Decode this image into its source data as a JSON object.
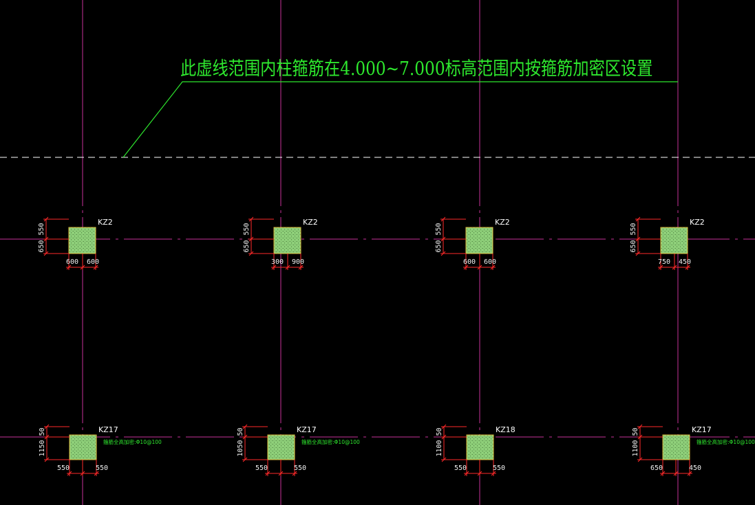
{
  "annotation": {
    "text": "此虚线范围内柱箍筋在4.000~7.000标高范围内按箍筋加密区设置"
  },
  "colors": {
    "background": "#000000",
    "axis_line": "#c8329a",
    "annotation": "#2ee82e",
    "dashed_boundary": "#ffffff",
    "dimension": "#ff2a2a",
    "dim_text": "#f0f0f0",
    "column_fill": "#8fd07a",
    "column_edge": "#e0c040",
    "label": "#ffffff",
    "stirrup_note": "#2ee82e"
  },
  "top_row": [
    {
      "id": "KZ2",
      "dim_top": "550",
      "dim_bottom": "650",
      "dim_left": "600",
      "dim_right": "600"
    },
    {
      "id": "KZ2",
      "dim_top": "550",
      "dim_bottom": "650",
      "dim_left": "300",
      "dim_right": "900"
    },
    {
      "id": "KZ2",
      "dim_top": "550",
      "dim_bottom": "650",
      "dim_left": "600",
      "dim_right": "600"
    },
    {
      "id": "KZ2",
      "dim_top": "550",
      "dim_bottom": "650",
      "dim_left": "750",
      "dim_right": "450"
    }
  ],
  "bottom_row": [
    {
      "id": "KZ17",
      "dim_top": "50",
      "dim_bottom": "1150",
      "dim_left": "550",
      "dim_right": "550",
      "note": "箍筋全高加密:Φ10@100"
    },
    {
      "id": "KZ17",
      "dim_top": "50",
      "dim_bottom": "1050",
      "dim_left": "550",
      "dim_right": "550",
      "note": "箍筋全高加密:Φ10@100"
    },
    {
      "id": "KZ18",
      "dim_top": "50",
      "dim_bottom": "1100",
      "dim_left": "550",
      "dim_right": "550",
      "note": ""
    },
    {
      "id": "KZ17",
      "dim_top": "50",
      "dim_bottom": "1100",
      "dim_left": "650",
      "dim_right": "450",
      "note": "箍筋全高加密:Φ10@100"
    }
  ]
}
